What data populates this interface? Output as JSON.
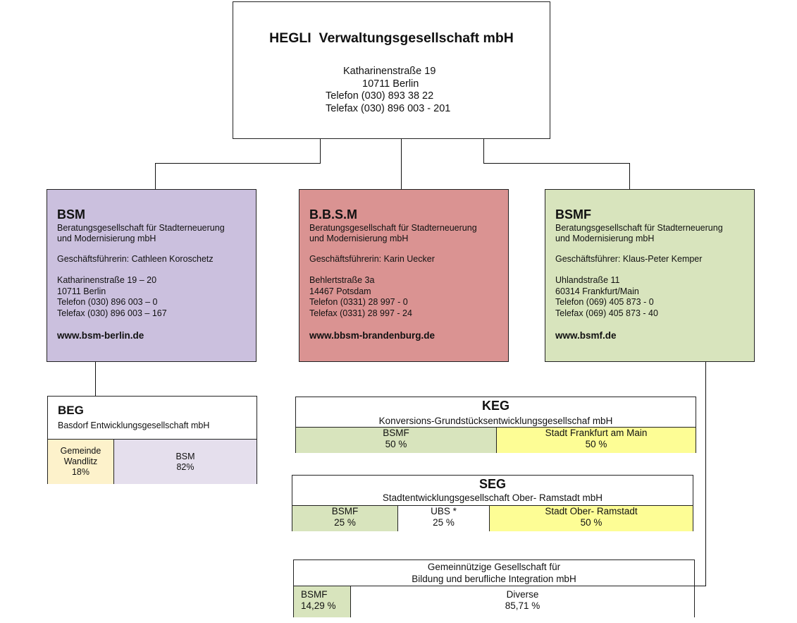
{
  "parent": {
    "title": "HEGLI  Verwaltungsgesellschaft mbH",
    "address_lines": [
      "Katharinenstraße 19",
      "10711 Berlin",
      "Telefon (030) 893 38 22",
      "Telefax (030) 896 003 - 201"
    ]
  },
  "subsidiaries": [
    {
      "name": "BSM",
      "full_name_1": "Beratungsgesellschaft für Stadterneuerung",
      "full_name_2": "und Modernisierung mbH",
      "manager": "Geschäftsführerin: Cathleen Koroschetz",
      "street": "Katharinenstraße 19 – 20",
      "city": "10711 Berlin",
      "phone": "Telefon (030) 896 003 – 0",
      "fax": "Telefax (030) 896 003 – 167",
      "web": "www.bsm-berlin.de",
      "color": "#cbc0de"
    },
    {
      "name": "B.B.S.M",
      "full_name_1": "Beratungsgesellschaft für Stadterneuerung",
      "full_name_2": "und Modernisierung mbH",
      "manager": "Geschäftsführerin: Karin Uecker",
      "street": "Behlertstraße 3a",
      "city": "14467 Potsdam",
      "phone": "Telefon (0331) 28 997 - 0",
      "fax": "Telefax (0331) 28 997 - 24",
      "web": "www.bbsm-brandenburg.de",
      "color": "#da9392"
    },
    {
      "name": "BSMF",
      "full_name_1": "Beratungsgesellschaft für Stadterneuerung",
      "full_name_2": "und Modernisierung mbH",
      "manager": "Geschäftsführer: Klaus-Peter Kemper",
      "street": "Uhlandstraße 11",
      "city": "60314 Frankfurt/Main",
      "phone": "Telefon (069) 405 873 - 0",
      "fax": "Telefax (069) 405 873 - 40",
      "web": "www.bsmf.de",
      "color": "#d8e4bd"
    }
  ],
  "beg": {
    "name": "BEG",
    "full_name": "Basdorf Entwicklungsgesellschaft mbH",
    "shares": [
      {
        "line1": "Gemeinde",
        "line2": "Wandlitz",
        "line3": "18%"
      },
      {
        "line1": "BSM",
        "line2": "82%"
      }
    ]
  },
  "keg": {
    "name": "KEG",
    "full_name": "Konversions-Grundstücksentwicklungsgesellschaf mbH",
    "shares": [
      {
        "holder": "BSMF",
        "percent": "50 %"
      },
      {
        "holder": "Stadt Frankfurt am Main",
        "percent": "50 %"
      }
    ]
  },
  "seg": {
    "name": "SEG",
    "full_name": "Stadtentwicklungsgesellschaft Ober- Ramstadt mbH",
    "shares": [
      {
        "holder": "BSMF",
        "percent": "25 %"
      },
      {
        "holder": "UBS *",
        "percent": "25 %"
      },
      {
        "holder": "Stadt Ober- Ramstadt",
        "percent": "50 %"
      }
    ]
  },
  "gg": {
    "full_name_1": "Gemeinnützige Gesellschaft für",
    "full_name_2": "Bildung und berufliche Integration mbH",
    "shares": [
      {
        "holder": "BSMF",
        "percent": "14,29 %"
      },
      {
        "holder": "Diverse",
        "percent": "85,71 %"
      }
    ]
  }
}
